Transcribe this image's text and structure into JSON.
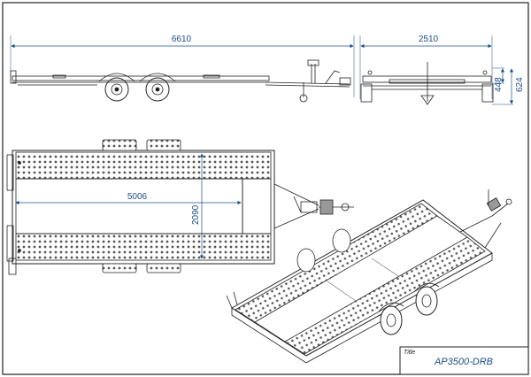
{
  "dimensions": {
    "overall_length": "6610",
    "overall_width": "2510",
    "height_deck": "448",
    "height_total": "624",
    "platform_length": "5006",
    "platform_width": "2090"
  },
  "title_block": {
    "label": "Title",
    "value": "AP3500-DRB"
  },
  "colors": {
    "line": "#222222",
    "dimension": "#1b4f8a",
    "deck": "#b0b0b0"
  }
}
